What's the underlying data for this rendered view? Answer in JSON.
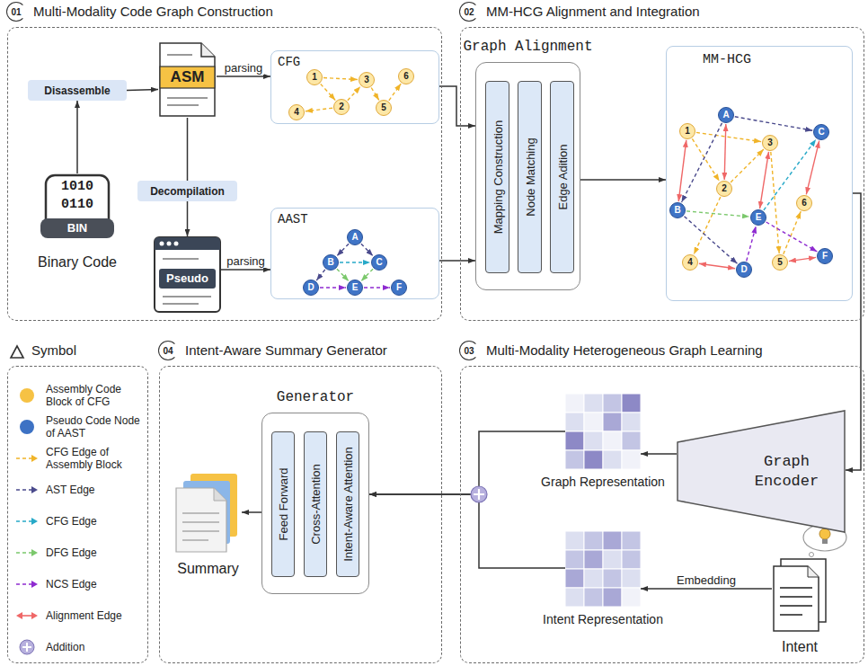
{
  "diagram": {
    "nodes": [
      {
        "text": [
          "01",
          "Multi-Modality Code Graph Construction"
        ]
      },
      {
        "text": [
          "Disassemble"
        ],
        "in": 0
      },
      {
        "text": [
          "ASM"
        ],
        "in": 0
      },
      {
        "text": [
          "CFG"
        ],
        "in": 0
      },
      {
        "text": [
          "1"
        ],
        "in": 3
      },
      {
        "text": [
          "2"
        ],
        "in": 3
      },
      {
        "text": [
          "3"
        ],
        "in": 3
      },
      {
        "text": [
          "4"
        ],
        "in": 3
      },
      {
        "text": [
          "5"
        ],
        "in": 3
      },
      {
        "text": [
          "6"
        ],
        "in": 3
      },
      {
        "text": [
          "Binary Code"
        ],
        "in": 0
      },
      {
        "text": [
          "Decompilation"
        ],
        "in": 0
      },
      {
        "text": [
          "Pseudo"
        ],
        "in": 0
      },
      {
        "text": [
          "AAST"
        ],
        "in": 0
      },
      {
        "text": [
          "A"
        ],
        "in": 13
      },
      {
        "text": [
          "B"
        ],
        "in": 13
      },
      {
        "text": [
          "C"
        ],
        "in": 13
      },
      {
        "text": [
          "D"
        ],
        "in": 13
      },
      {
        "text": [
          "E"
        ],
        "in": 13
      },
      {
        "text": [
          "F"
        ],
        "in": 13
      },
      {
        "text": [
          "02",
          "MM-HCG Alignment and Integration"
        ]
      },
      {
        "text": [
          "Graph Alignment"
        ],
        "in": 20
      },
      {
        "text": [
          "Mapping Construction"
        ],
        "in": 21
      },
      {
        "text": [
          "Node Matching"
        ],
        "in": 21
      },
      {
        "text": [
          "Edge Adition"
        ],
        "in": 21
      },
      {
        "text": [
          "MM-HCG"
        ],
        "in": 20
      },
      {
        "text": [
          "1"
        ],
        "in": 25
      },
      {
        "text": [
          "2"
        ],
        "in": 25
      },
      {
        "text": [
          "3"
        ],
        "in": 25
      },
      {
        "text": [
          "4"
        ],
        "in": 25
      },
      {
        "text": [
          "5"
        ],
        "in": 25
      },
      {
        "text": [
          "6"
        ],
        "in": 25
      },
      {
        "text": [
          "A"
        ],
        "in": 25
      },
      {
        "text": [
          "B"
        ],
        "in": 25
      },
      {
        "text": [
          "C"
        ],
        "in": 25
      },
      {
        "text": [
          "D"
        ],
        "in": 25
      },
      {
        "text": [
          "E"
        ],
        "in": 25
      },
      {
        "text": [
          "F"
        ],
        "in": 25
      },
      {
        "text": [
          "Symbol"
        ]
      },
      {
        "text": [
          "04",
          "Intent-Aware Summary Generator"
        ]
      },
      {
        "text": [
          "Generator"
        ],
        "in": 39
      },
      {
        "text": [
          "Feed Forward"
        ],
        "in": 40
      },
      {
        "text": [
          "Cross-Attention"
        ],
        "in": 40
      },
      {
        "text": [
          "Intent-Aware Attention"
        ],
        "in": 40
      },
      {
        "text": [
          "Summary"
        ],
        "in": 39
      },
      {
        "text": [
          "03",
          "Multi-Modality Heterogeneous Graph Learning"
        ]
      },
      {
        "text": [
          "Graph Representation"
        ],
        "in": 45
      },
      {
        "text": [
          "Graph Encoder"
        ],
        "in": 45
      },
      {
        "text": [
          "Intent Representation"
        ],
        "in": 45
      },
      {
        "text": [
          "Intent"
        ],
        "in": 45
      }
    ],
    "edges": [
      {
        "from": 10,
        "to": 1,
        "arrow": "to"
      },
      {
        "from": 1,
        "to": 2,
        "arrow": "to"
      },
      {
        "from": 2,
        "to": 11,
        "arrow": "none"
      },
      {
        "from": 11,
        "to": 12,
        "arrow": "to"
      },
      {
        "from": 2,
        "to": 3,
        "arrow": "to",
        "label": "parsing"
      },
      {
        "from": 12,
        "to": 13,
        "arrow": "to",
        "label": "parsing"
      },
      {
        "from": 4,
        "to": 6,
        "arrow": "to"
      },
      {
        "from": 4,
        "to": 5,
        "arrow": "to"
      },
      {
        "from": 5,
        "to": 6,
        "arrow": "to"
      },
      {
        "from": 5,
        "to": 7,
        "arrow": "to"
      },
      {
        "from": 6,
        "to": 8,
        "arrow": "to"
      },
      {
        "from": 8,
        "to": 9,
        "arrow": "to"
      },
      {
        "from": 14,
        "to": 15,
        "arrow": "to"
      },
      {
        "from": 14,
        "to": 16,
        "arrow": "to"
      },
      {
        "from": 15,
        "to": 16,
        "arrow": "to"
      },
      {
        "from": 15,
        "to": 17,
        "arrow": "to"
      },
      {
        "from": 15,
        "to": 18,
        "arrow": "to"
      },
      {
        "from": 16,
        "to": 18,
        "arrow": "to"
      },
      {
        "from": 17,
        "to": 18,
        "arrow": "to"
      },
      {
        "from": 18,
        "to": 19,
        "arrow": "to"
      },
      {
        "from": 3,
        "to": 21,
        "arrow": "to"
      },
      {
        "from": 13,
        "to": 21,
        "arrow": "to"
      },
      {
        "from": 21,
        "to": 25,
        "arrow": "to"
      },
      {
        "from": 25,
        "to": 47,
        "arrow": "to"
      },
      {
        "from": 26,
        "to": 33,
        "arrow": "both"
      },
      {
        "from": 32,
        "to": 27,
        "arrow": "both"
      },
      {
        "from": 28,
        "to": 36,
        "arrow": "both"
      },
      {
        "from": 34,
        "to": 31,
        "arrow": "both"
      },
      {
        "from": 29,
        "to": 35,
        "arrow": "both"
      },
      {
        "from": 30,
        "to": 37,
        "arrow": "both"
      },
      {
        "from": 26,
        "to": 28,
        "arrow": "to"
      },
      {
        "from": 26,
        "to": 27,
        "arrow": "to"
      },
      {
        "from": 27,
        "to": 28,
        "arrow": "to"
      },
      {
        "from": 27,
        "to": 29,
        "arrow": "to"
      },
      {
        "from": 28,
        "to": 30,
        "arrow": "to"
      },
      {
        "from": 30,
        "to": 31,
        "arrow": "to"
      },
      {
        "from": 32,
        "to": 33,
        "arrow": "to"
      },
      {
        "from": 32,
        "to": 34,
        "arrow": "to"
      },
      {
        "from": 33,
        "to": 35,
        "arrow": "to"
      },
      {
        "from": 36,
        "to": 34,
        "arrow": "to"
      },
      {
        "from": 33,
        "to": 36,
        "arrow": "to"
      },
      {
        "from": 35,
        "to": 36,
        "arrow": "to"
      },
      {
        "from": 36,
        "to": 37,
        "arrow": "to"
      },
      {
        "from": 47,
        "to": 46,
        "arrow": "to"
      },
      {
        "from": 49,
        "to": 48,
        "arrow": "to",
        "label": "Embedding"
      },
      {
        "from": 46,
        "to": 40,
        "arrow": "to"
      },
      {
        "from": 48,
        "to": 40,
        "arrow": "to"
      },
      {
        "from": 40,
        "to": 44,
        "arrow": "to"
      }
    ],
    "labels": [
      "1010",
      "0110",
      "BIN"
    ],
    "legend": [
      {
        "text": "Assembly Code Block of CFG",
        "color": "#f6c244"
      },
      {
        "text": "Pseudo Code Node of AAST",
        "color": "#3d72c4"
      },
      {
        "text": "CFG Edge of Assembly Block"
      },
      {
        "text": "AST Edge"
      },
      {
        "text": "CFG Edge"
      },
      {
        "text": "DFG Edge"
      },
      {
        "text": "NCS Edge"
      },
      {
        "text": "Alignment Edge"
      },
      {
        "text": "Addition"
      }
    ]
  }
}
